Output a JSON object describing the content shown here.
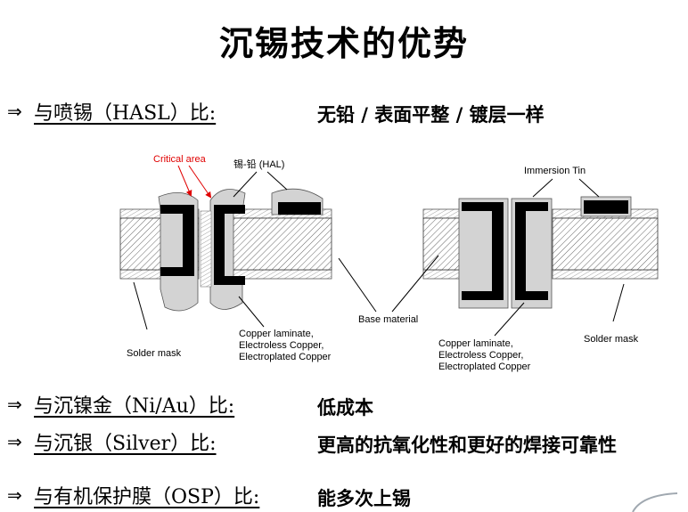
{
  "title": "沉锡技术的优势",
  "arrow_symbol": "⇒",
  "comparisons": [
    {
      "label": "与喷锡（HASL）比:",
      "value": "无铅 / 表面平整 / 镀层一样"
    },
    {
      "label": "与沉镍金（Ni/Au）比:",
      "value": "低成本"
    },
    {
      "label": "与沉银（Silver）比:",
      "value": "更高的抗氧化性和更好的焊接可靠性"
    },
    {
      "label": "与有机保护膜（OSP）比:",
      "value": "能多次上锡"
    }
  ],
  "diagram": {
    "critical_area": "Critical area",
    "hal_label": "锡-铅 (HAL)",
    "immersion_tin": "Immersion Tin",
    "base_material": "Base material",
    "solder_mask_left": "Solder mask",
    "solder_mask_right": "Solder mask",
    "copper_left": [
      "Copper laminate,",
      "Electroless Copper,",
      "Electroplated Copper"
    ],
    "copper_right": [
      "Copper laminate,",
      "Electroless Copper,",
      "Electroplated Copper"
    ]
  },
  "colors": {
    "critical_area": "#e00000",
    "solder_fill": "#d3d3d3",
    "copper": "#000000"
  }
}
